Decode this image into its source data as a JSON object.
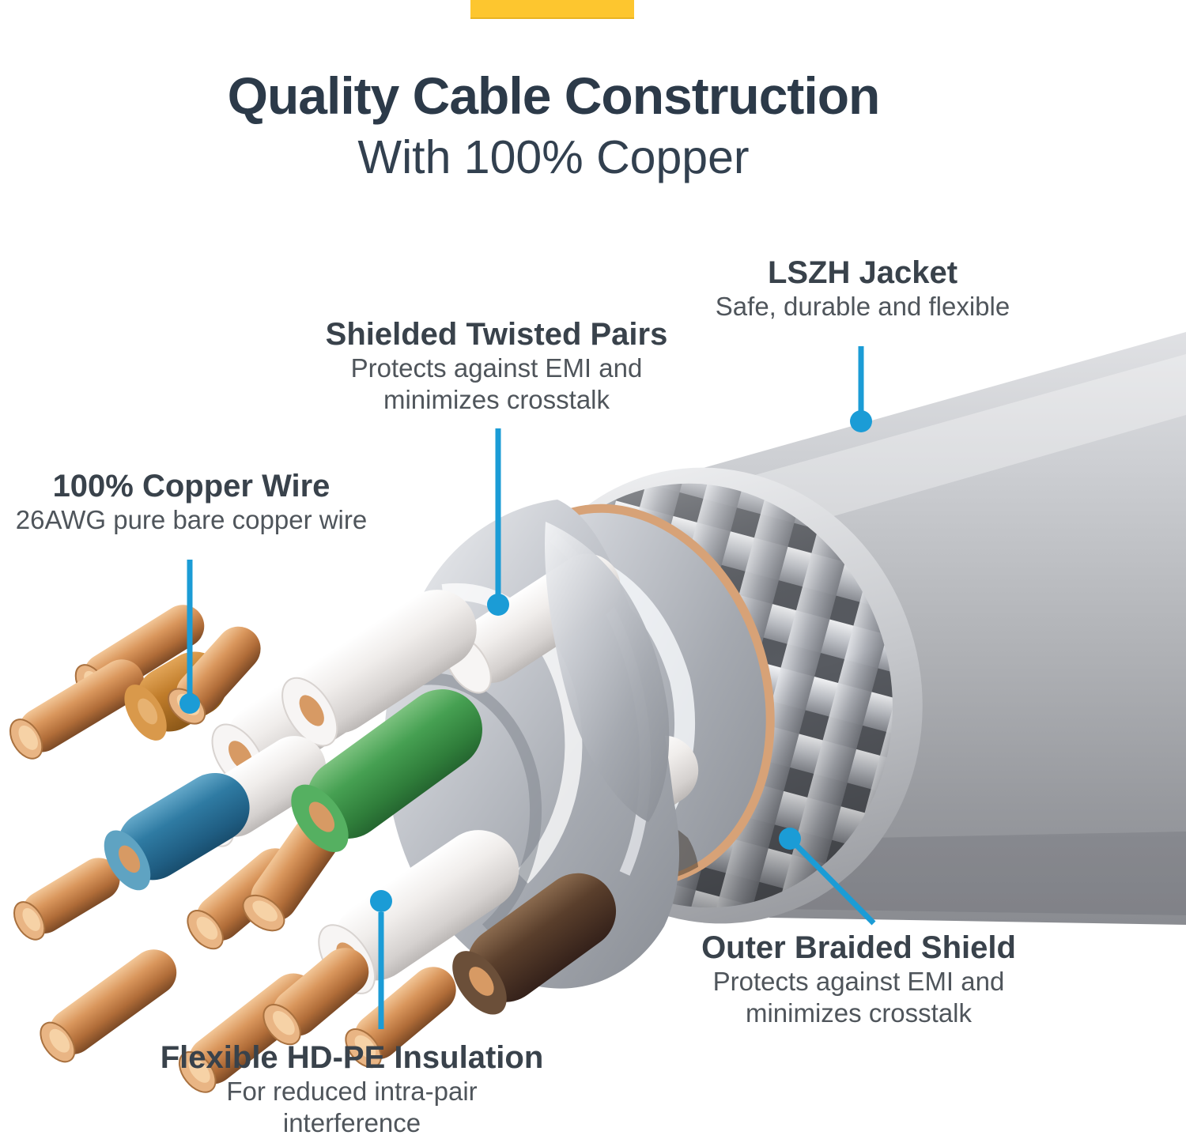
{
  "header": {
    "title": "Quality Cable Construction",
    "subtitle": "With 100% Copper"
  },
  "callouts": {
    "lszh": {
      "title": "LSZH Jacket",
      "sub1": "Safe, durable and flexible"
    },
    "stp": {
      "title": "Shielded Twisted Pairs",
      "sub1": "Protects against EMI and",
      "sub2": "minimizes crosstalk"
    },
    "copper": {
      "title": "100% Copper Wire",
      "sub1": "26AWG pure bare copper wire"
    },
    "braid": {
      "title": "Outer Braided Shield",
      "sub1": "Protects against EMI and",
      "sub2": "minimizes crosstalk"
    },
    "hdpe": {
      "title": "Flexible HD-PE Insulation",
      "sub1": "For reduced intra-pair interference"
    }
  },
  "colors": {
    "accent_yellow": "#fdc62f",
    "callout_blue": "#1b9cd6",
    "title_navy": "#2c3a49",
    "heading_text": "#39424b",
    "sub_text": "#4f555b",
    "jacket_gray": "#b4b6ba",
    "copper_ring": "#d7a277",
    "foil_silver": "#c7cad0",
    "wire_white": "#f1eeec",
    "wire_green": "#3f9e4c",
    "wire_blue": "#2b7aa6",
    "wire_brown": "#54392a",
    "wire_orange": "#bf7a28"
  }
}
